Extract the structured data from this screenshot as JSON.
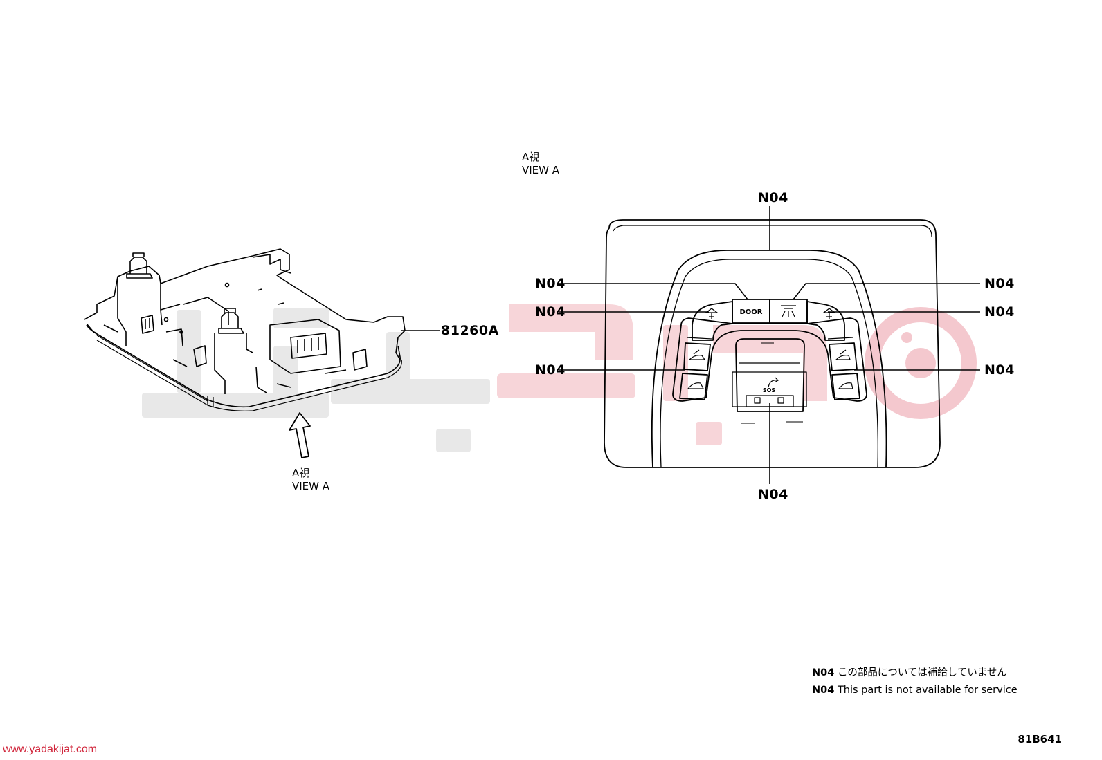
{
  "view_left": {
    "line1": "A視",
    "line2": "VIEW A"
  },
  "view_right": {
    "line1": "A視",
    "line2": "VIEW A"
  },
  "part_number": "81260A",
  "callouts": {
    "top": "N04",
    "upper_left": "N04",
    "upper_right": "N04",
    "mid_left": "N04",
    "mid_right": "N04",
    "low_left": "N04",
    "low_right": "N04",
    "bottom": "N04"
  },
  "buttons": {
    "door": "DOOR",
    "sos": "SOS"
  },
  "notes": [
    {
      "code": "N04",
      "text": "この部品については補給していません"
    },
    {
      "code": "N04",
      "text": "This part is not available for service"
    }
  ],
  "drawing_code": "81B641",
  "watermark_url": "www.yadakijat.com",
  "colors": {
    "ink": "#000000",
    "watermark_grey": "#e6e6e6",
    "watermark_red": "#f6d2d6",
    "url_red": "#d0243a"
  },
  "icons": [
    "map-lamp-icon",
    "dome-lamp-icon",
    "sunroof-tilt-icon",
    "sunroof-slide-icon",
    "sos-icon",
    "view-arrow-icon"
  ]
}
